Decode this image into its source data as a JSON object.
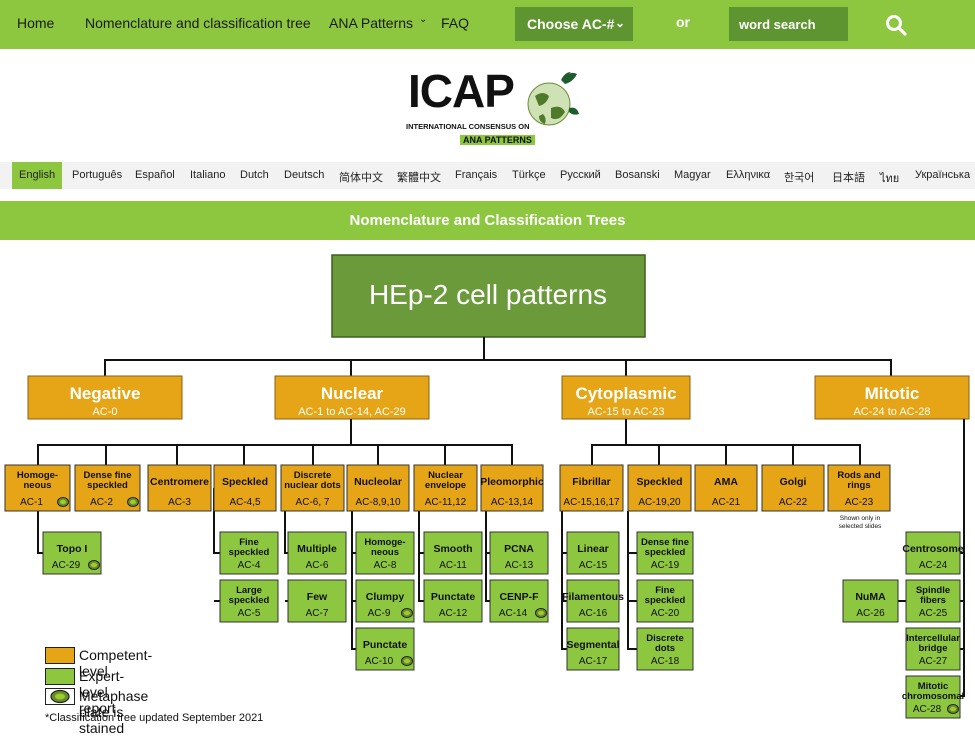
{
  "nav": {
    "home": "Home",
    "tree": "Nomenclature and classification tree",
    "patterns": "ANA Patterns",
    "faq": "FAQ",
    "ac_select": "Choose AC-#",
    "or": "or",
    "search_placeholder": "word search"
  },
  "logo": {
    "text": "ICAP",
    "subtitle": "INTERNATIONAL CONSENSUS ON",
    "ana": "ANA PATTERNS"
  },
  "languages": [
    "English",
    "Português",
    "Español",
    "Italiano",
    "Dutch",
    "Deutsch",
    "简体中文",
    "繁體中文",
    "Français",
    "Türkçe",
    "Русский",
    "Bosanski",
    "Magyar",
    "Ελληνικα",
    "한국어",
    "日本語",
    "ไทย",
    "Українська"
  ],
  "active_language": "English",
  "section_title": "Nomenclature and Classification Trees",
  "tree": {
    "root": "HEp-2 cell patterns",
    "categories": [
      {
        "name": "Negative",
        "code": "AC-0"
      },
      {
        "name": "Nuclear",
        "code": "AC-1 to AC-14, AC-29"
      },
      {
        "name": "Cytoplasmic",
        "code": "AC-15 to AC-23"
      },
      {
        "name": "Mitotic",
        "code": "AC-24 to AC-28"
      }
    ],
    "nodes": [
      {
        "label": "Homoge-\nneous",
        "code": "AC-1",
        "level": "competent",
        "stained": true
      },
      {
        "label": "Dense fine\nspeckled",
        "code": "AC-2",
        "level": "competent",
        "stained": true
      },
      {
        "label": "Centromere",
        "code": "AC-3",
        "level": "competent",
        "stained": false
      },
      {
        "label": "Speckled",
        "code": "AC-4,5",
        "level": "competent",
        "stained": false
      },
      {
        "label": "Discrete\nnuclear dots",
        "code": "AC-6, 7",
        "level": "competent",
        "stained": false
      },
      {
        "label": "Nucleolar",
        "code": "AC-8,9,10",
        "level": "competent",
        "stained": false
      },
      {
        "label": "Nuclear\nenvelope",
        "code": "AC-11,12",
        "level": "competent",
        "stained": false
      },
      {
        "label": "Pleomorphic",
        "code": "AC-13,14",
        "level": "competent",
        "stained": false
      },
      {
        "label": "Topo I",
        "code": "AC-29",
        "level": "expert",
        "stained": true
      },
      {
        "label": "Fine\nspeckled",
        "code": "AC-4",
        "level": "expert",
        "stained": false
      },
      {
        "label": "Large\nspeckled",
        "code": "AC-5",
        "level": "expert",
        "stained": false
      },
      {
        "label": "Multiple",
        "code": "AC-6",
        "level": "expert",
        "stained": false
      },
      {
        "label": "Few",
        "code": "AC-7",
        "level": "expert",
        "stained": false
      },
      {
        "label": "Homoge-\nneous",
        "code": "AC-8",
        "level": "expert",
        "stained": false
      },
      {
        "label": "Clumpy",
        "code": "AC-9",
        "level": "expert",
        "stained": true
      },
      {
        "label": "Punctate",
        "code": "AC-10",
        "level": "expert",
        "stained": true
      },
      {
        "label": "Smooth",
        "code": "AC-11",
        "level": "expert",
        "stained": false
      },
      {
        "label": "Punctate",
        "code": "AC-12",
        "level": "expert",
        "stained": false
      },
      {
        "label": "PCNA",
        "code": "AC-13",
        "level": "expert",
        "stained": false
      },
      {
        "label": "CENP-F",
        "code": "AC-14",
        "level": "expert",
        "stained": true
      },
      {
        "label": "Fibrillar",
        "code": "AC-15,16,17",
        "level": "competent",
        "stained": false
      },
      {
        "label": "Speckled",
        "code": "AC-19,20",
        "level": "competent",
        "stained": false
      },
      {
        "label": "AMA",
        "code": "AC-21",
        "level": "competent",
        "stained": false
      },
      {
        "label": "Golgi",
        "code": "AC-22",
        "level": "competent",
        "stained": false
      },
      {
        "label": "Rods and\nrings",
        "code": "AC-23",
        "level": "competent",
        "stained": false
      },
      {
        "label": "Linear",
        "code": "AC-15",
        "level": "expert",
        "stained": false
      },
      {
        "label": "Filamentous",
        "code": "AC-16",
        "level": "expert",
        "stained": false
      },
      {
        "label": "Segmental",
        "code": "AC-17",
        "level": "expert",
        "stained": false
      },
      {
        "label": "Dense fine\nspeckled",
        "code": "AC-19",
        "level": "expert",
        "stained": false
      },
      {
        "label": "Fine\nspeckled",
        "code": "AC-20",
        "level": "expert",
        "stained": false
      },
      {
        "label": "Discrete\ndots",
        "code": "AC-18",
        "level": "expert",
        "stained": false
      },
      {
        "label": "Centrosome",
        "code": "AC-24",
        "level": "expert",
        "stained": false
      },
      {
        "label": "Spindle\nfibers",
        "code": "AC-25",
        "level": "expert",
        "stained": false
      },
      {
        "label": "NuMA",
        "code": "AC-26",
        "level": "expert",
        "stained": false
      },
      {
        "label": "Intercellular\nbridge",
        "code": "AC-27",
        "level": "expert",
        "stained": false
      },
      {
        "label": "Mitotic\nchromosomal",
        "code": "AC-28",
        "level": "expert",
        "stained": true
      }
    ],
    "rods_note": "Shown only in\nselected slides"
  },
  "legend": {
    "competent": "Competent-level",
    "expert": "Expert-level report",
    "metaphase": "Metaphase plate is stained"
  },
  "footnote": "*Classification tree updated September 2021",
  "colors": {
    "nav_green": "#8dc63f",
    "dark_green": "#5f9530",
    "competent_orange": "#e6a417",
    "expert_green": "#8dc63f",
    "root_green": "#6a9a3a"
  }
}
